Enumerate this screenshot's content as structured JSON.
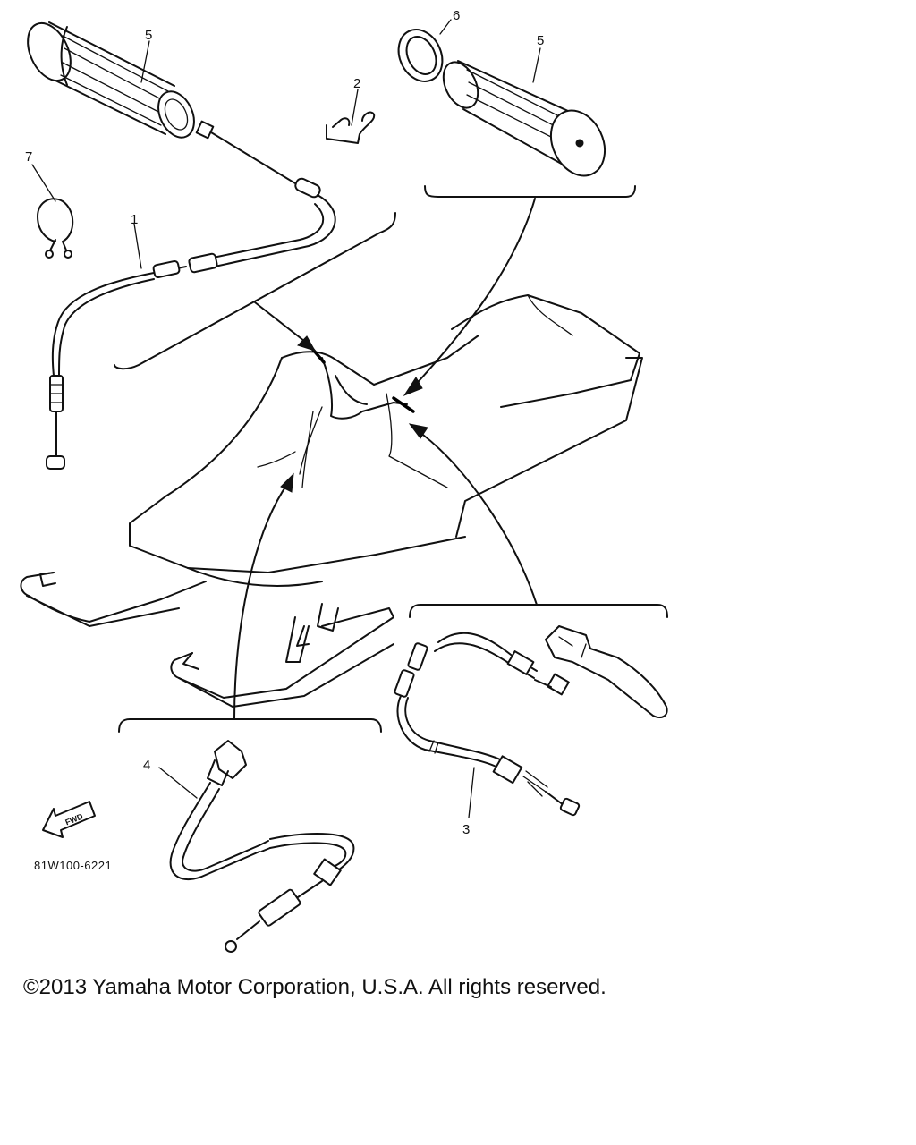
{
  "diagram": {
    "callouts": [
      {
        "id": "5a",
        "label": "5"
      },
      {
        "id": "6",
        "label": "6"
      },
      {
        "id": "5b",
        "label": "5"
      },
      {
        "id": "2",
        "label": "2"
      },
      {
        "id": "7",
        "label": "7"
      },
      {
        "id": "1",
        "label": "1"
      },
      {
        "id": "4",
        "label": "4"
      },
      {
        "id": "3",
        "label": "3"
      }
    ],
    "fwd_label": "FWD",
    "drawing_code": "81W100-6221"
  },
  "copyright": "©2013 Yamaha Motor Corporation, U.S.A. All rights reserved.",
  "colors": {
    "ink": "#111111",
    "paper": "#ffffff"
  }
}
